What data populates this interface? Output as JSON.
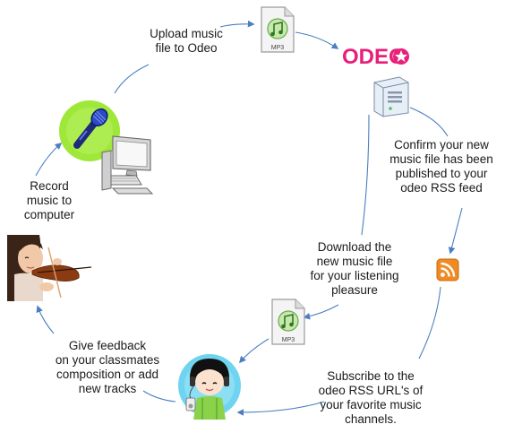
{
  "steps": {
    "upload": {
      "lines": [
        "Upload music",
        "file to Odeo"
      ]
    },
    "confirm": {
      "lines": [
        "Confirm your new",
        "music file has been",
        "published to your",
        "odeo RSS feed"
      ]
    },
    "subscribe": {
      "lines": [
        "Subscribe to the",
        "odeo RSS URL's of",
        "your favorite music",
        "channels."
      ]
    },
    "download": {
      "lines": [
        "Download the",
        "new music file",
        "for your listening",
        "pleasure"
      ]
    },
    "feedback": {
      "lines": [
        "Give feedback",
        "on your classmates",
        "composition or add",
        "new tracks"
      ]
    },
    "record": {
      "lines": [
        "Record",
        "music to",
        "computer"
      ]
    }
  },
  "icons": {
    "mp3_label": "MP3",
    "odeo_logo": "ODEO"
  },
  "colors": {
    "arrow": "#4a7fc0",
    "odeo_pink": "#e8207a",
    "rss_orange": "#f08a24",
    "mic_green": "#9fe83a",
    "listener_bg": "#6fd4f0"
  }
}
